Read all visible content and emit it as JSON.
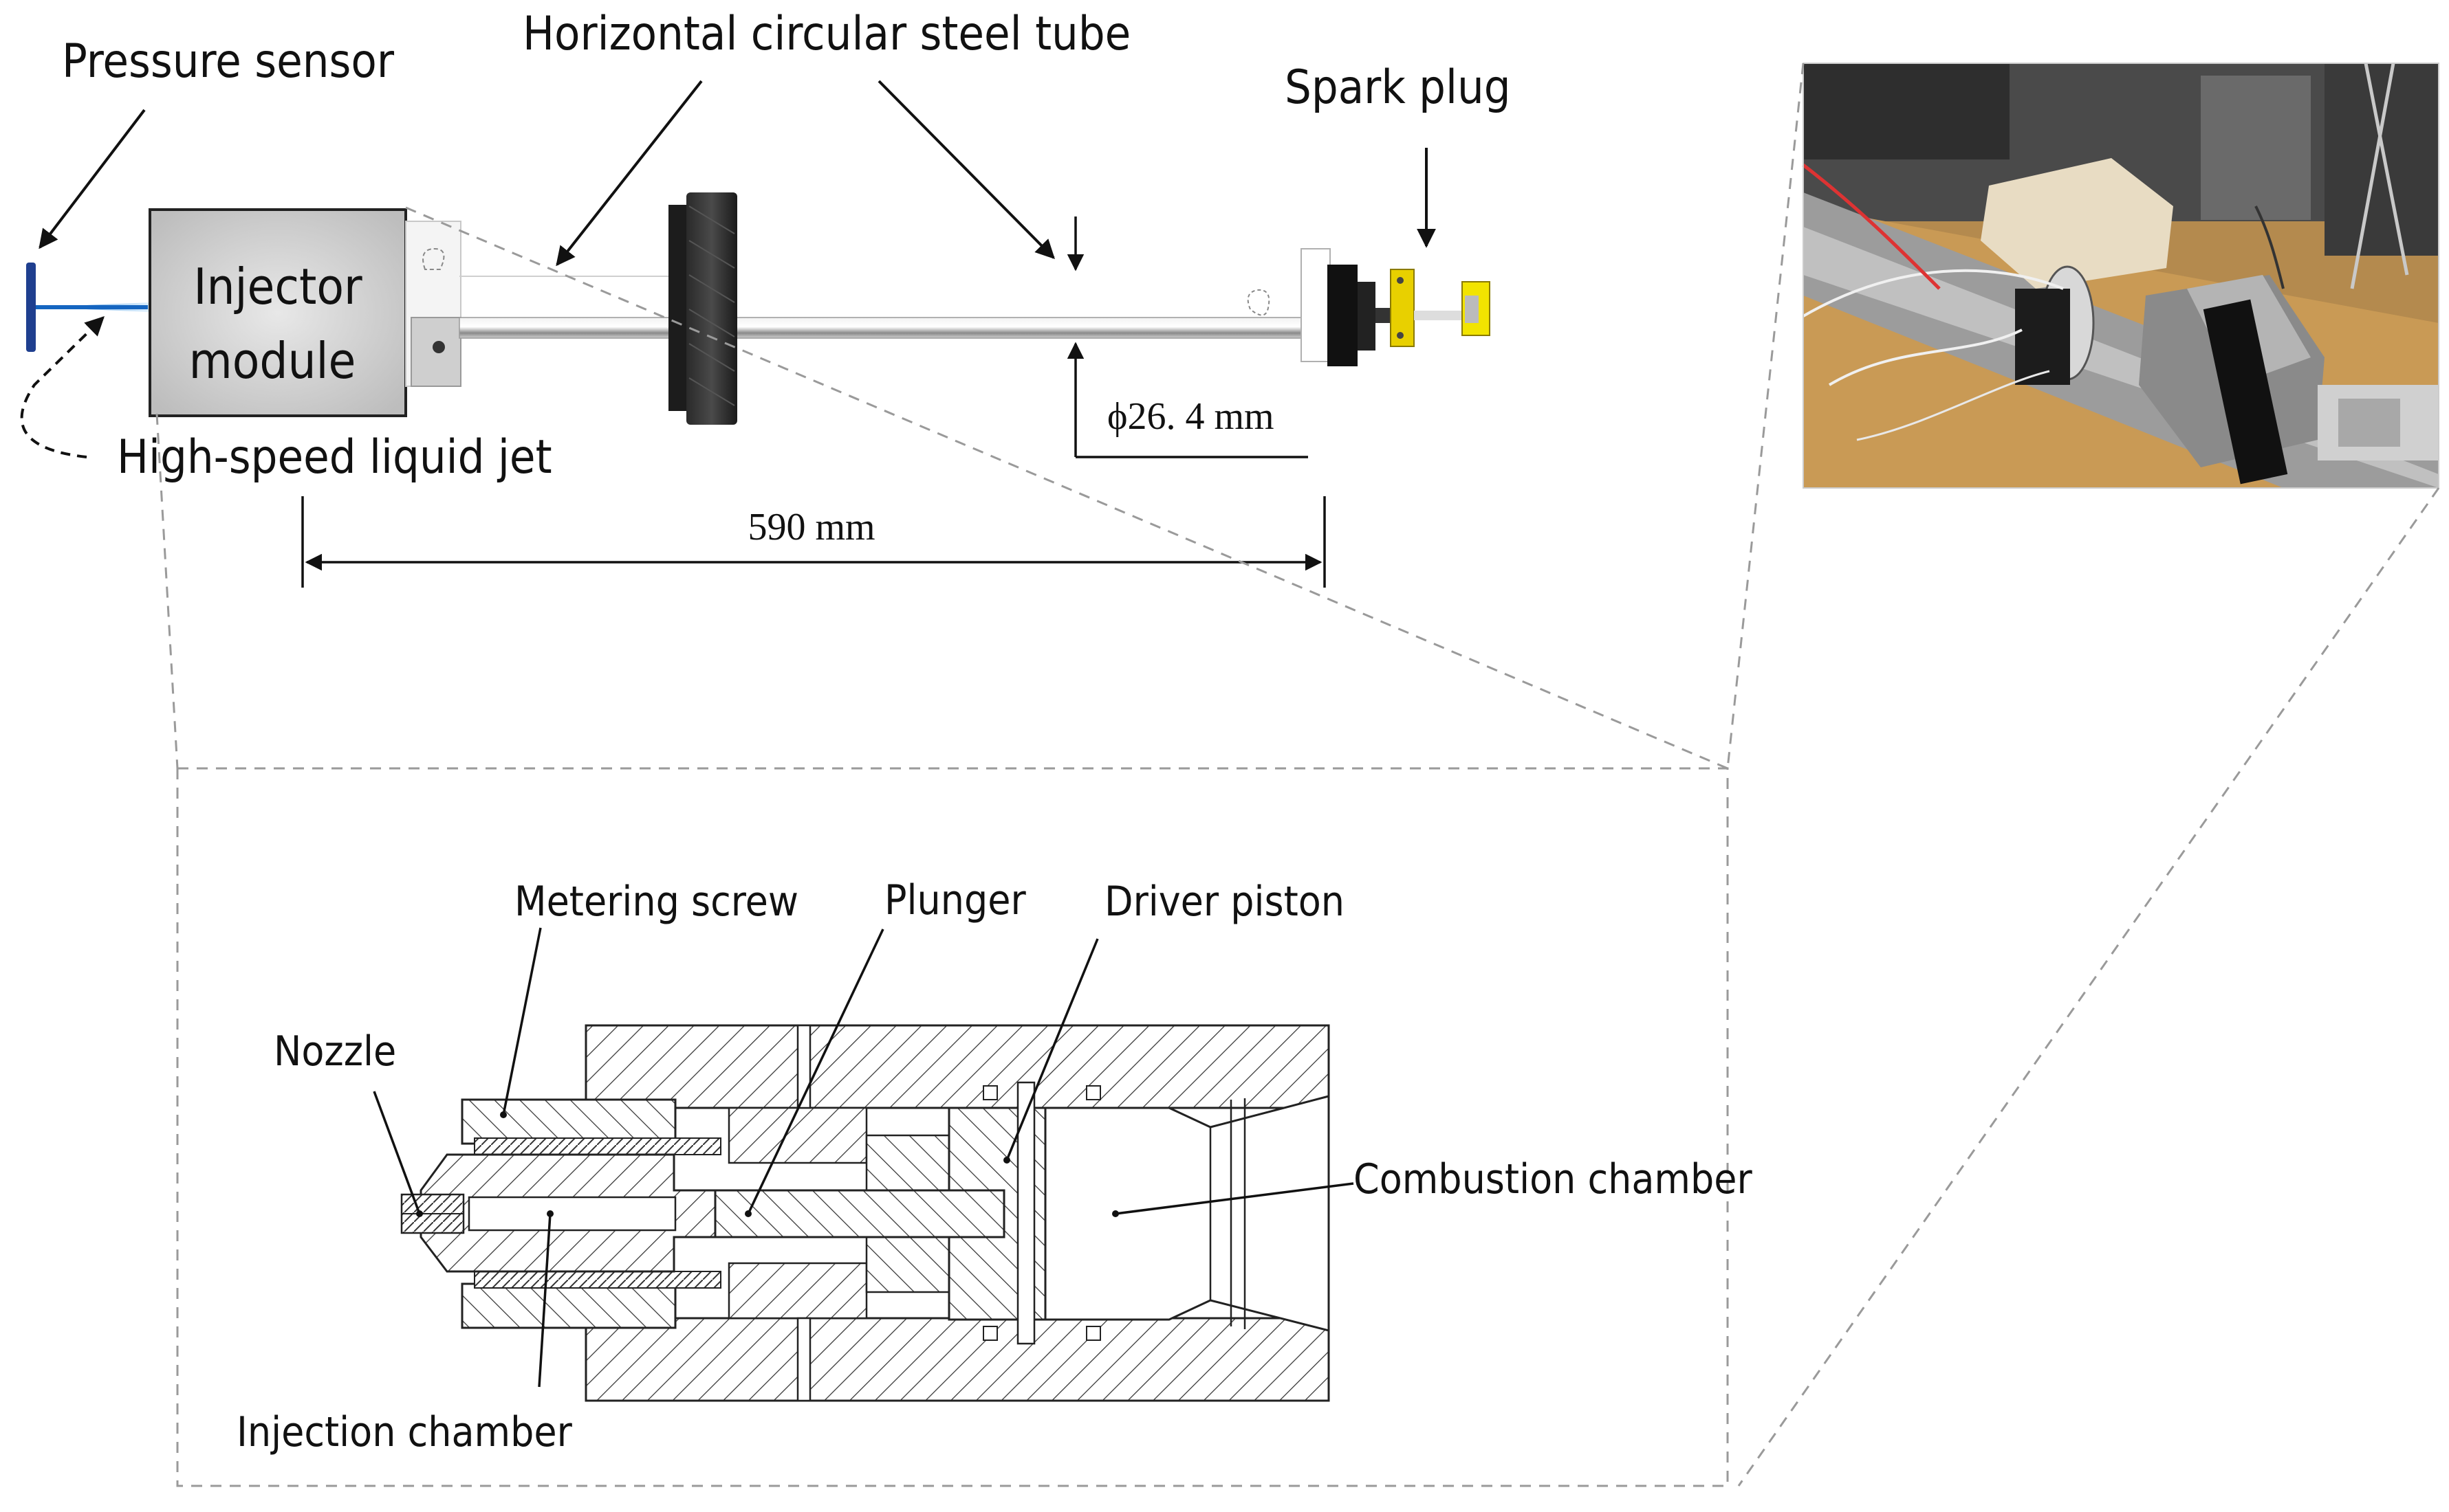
{
  "top_labels": {
    "pressure_sensor": "Pressure sensor",
    "steel_tube": "Horizontal circular steel tube",
    "spark_plug": "Spark plug",
    "injector_line1": "Injector",
    "injector_line2": "module",
    "liquid_jet": "High-speed liquid jet"
  },
  "dimensions": {
    "diameter": "ϕ26. 4  mm",
    "length": "590  mm"
  },
  "detail_labels": {
    "metering_screw": "Metering screw",
    "plunger": "Plunger",
    "driver_piston": "Driver piston",
    "nozzle": "Nozzle",
    "combustion_chamber": "Combustion chamber",
    "injection_chamber": "Injection chamber"
  },
  "colors": {
    "stroke": "#111111",
    "dashed": "#9a9a9a",
    "injector_fill": "#d4d4d4",
    "sensor_blue": "#1f3f8f",
    "spark_yellow": "#e8d000"
  }
}
